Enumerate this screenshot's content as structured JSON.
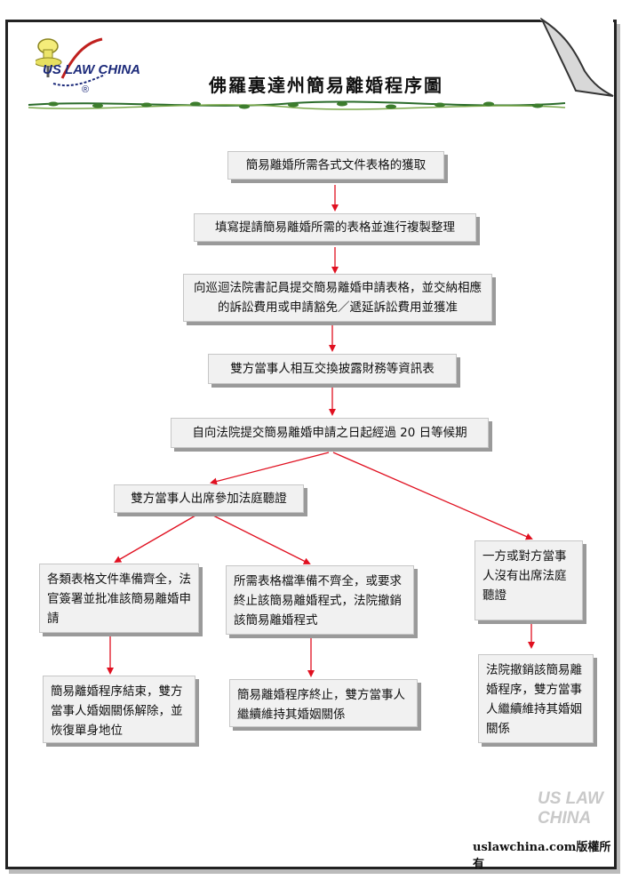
{
  "title": "佛羅裏達州簡易離婚程序圖",
  "logo": {
    "text": "US LAW CHINA",
    "mark": "®"
  },
  "steps": [
    "簡易離婚所需各式文件表格的獲取",
    "填寫提請簡易離婚所需的表格並進行複製整理",
    "向巡迴法院書記員提交簡易離婚申請表格，並交納相應的訴訟費用或申請豁免／遞延訴訟費用並獲准",
    "雙方當事人相互交換披露財務等資訊表",
    "自向法院提交簡易離婚申請之日起經過 20 日等候期",
    "雙方當事人出席參加法庭聽證",
    "各類表格文件準備齊全，法官簽署並批准該簡易離婚申請",
    "所需表格檔準備不齊全，或要求終止該簡易離婚程式，法院撤銷該簡易離婚程式",
    "一方或對方當事人沒有出席法庭聽證",
    "簡易離婚程序結束，雙方當事人婚姻關係解除，並恢復單身地位",
    "簡易離婚程序終止，雙方當事人繼續維持其婚姻關係",
    "法院撤銷該簡易離婚程序，雙方當事人繼續維持其婚姻關係"
  ],
  "watermark": "US LAW CHINA",
  "footer": "uslawchina.com版權所有",
  "colors": {
    "arrow": "#e01020",
    "box": "#f1f1f1",
    "shadow": "#9a9a9a"
  }
}
